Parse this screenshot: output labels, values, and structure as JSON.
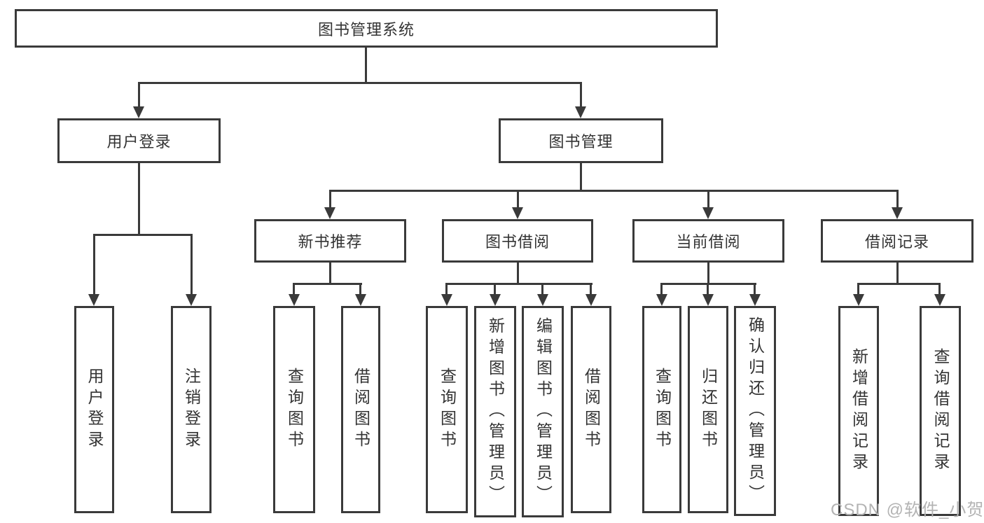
{
  "diagram": {
    "title": "图书管理系统",
    "root": {
      "label": "图书管理系统"
    },
    "level2": [
      {
        "label": "用户登录",
        "children": [
          {
            "label": "用户登录"
          },
          {
            "label": "注销登录"
          }
        ]
      },
      {
        "label": "图书管理",
        "children": [
          {
            "label": "新书推荐",
            "children": [
              {
                "label": "查询图书"
              },
              {
                "label": "借阅图书"
              }
            ]
          },
          {
            "label": "图书借阅",
            "children": [
              {
                "label": "查询图书"
              },
              {
                "label": "新增图书（管理员）"
              },
              {
                "label": "编辑图书（管理员）"
              },
              {
                "label": "借阅图书"
              }
            ]
          },
          {
            "label": "当前借阅",
            "children": [
              {
                "label": "查询图书"
              },
              {
                "label": "归还图书"
              },
              {
                "label": "确认归还（管理员）"
              }
            ]
          },
          {
            "label": "借阅记录",
            "children": [
              {
                "label": "新增借阅记录"
              },
              {
                "label": "查询借阅记录"
              }
            ]
          }
        ]
      }
    ]
  },
  "watermark": {
    "text": "CSDN @软件_小贺同学",
    "color": "#b3b3b3"
  },
  "colors": {
    "line": "#3a3a3a",
    "text": "#333333",
    "background": "#ffffff"
  }
}
